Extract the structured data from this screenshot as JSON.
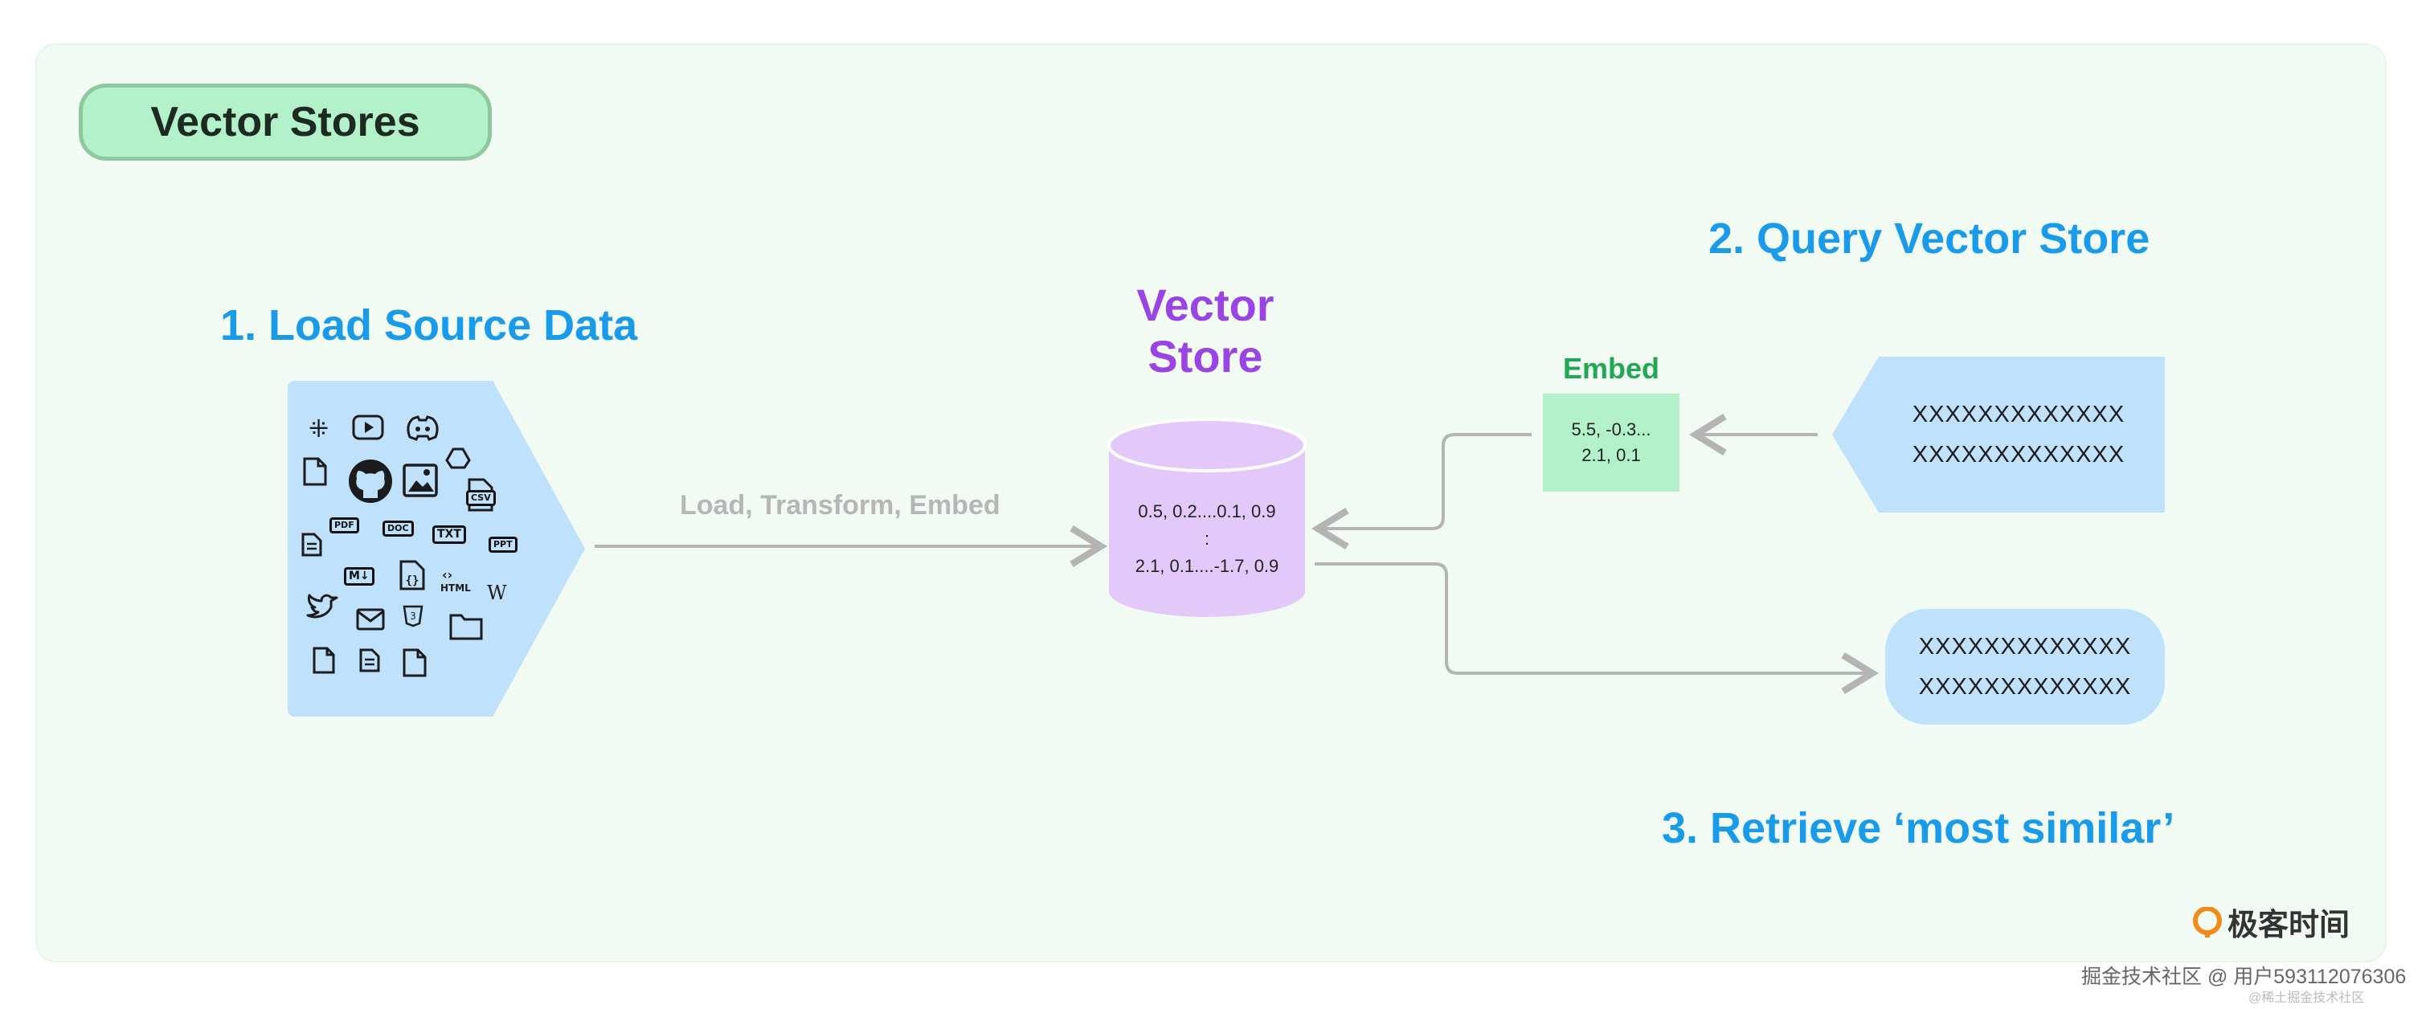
{
  "title": "Vector Stores",
  "steps": {
    "load": "1. Load Source Data",
    "query": "2. Query Vector Store",
    "retrieve": "3. Retrieve ‘most similar’"
  },
  "source_icons": {
    "badges": [
      "PDF",
      "DOC",
      "TXT",
      "PPT",
      "CSV",
      "M↓",
      "HTML"
    ],
    "glyph_names": [
      "slack-icon",
      "youtube-icon",
      "discord-icon",
      "file-icon",
      "github-icon",
      "image-icon",
      "google-drive-icon",
      "csv-file-icon",
      "document-icon",
      "pdf-file-icon",
      "doc-file-icon",
      "txt-file-icon",
      "ppt-file-icon",
      "markdown-icon",
      "json-file-icon",
      "html-icon",
      "twitter-icon",
      "mail-icon",
      "css-icon",
      "wikipedia-icon",
      "folder-icon",
      "file-icon",
      "document-icon",
      "file-icon"
    ]
  },
  "flow_label": "Load, Transform, Embed",
  "vector_store": {
    "title_line1": "Vector",
    "title_line2": "Store",
    "row1": "0.5, 0.2....0.1, 0.9",
    "row2": ":",
    "row3": "2.1, 0.1....-1.7, 0.9"
  },
  "embed": {
    "label": "Embed",
    "line1": "5.5, -0.3...",
    "line2": "2.1, 0.1"
  },
  "query": {
    "line1": "XXXXXXXXXXXXX",
    "line2": "XXXXXXXXXXXXX"
  },
  "result": {
    "line1": "XXXXXXXXXXXXX",
    "line2": "XXXXXXXXXXXXX"
  },
  "logo_text": "极客时间",
  "watermark": "掘金技术社区 @ 用户593112076306",
  "watermark_small": "@稀土掘金技术社区",
  "colors": {
    "panel_bg": "#f1fbf3",
    "title_pill": "#b3f1cb",
    "step_blue": "#1a9bea",
    "source_blue": "#bfe1fb",
    "store_purple": "#e2c9fa",
    "store_title": "#9a44e6",
    "embed_green": "#22a755",
    "arrow_gray": "#b4b4b4"
  }
}
